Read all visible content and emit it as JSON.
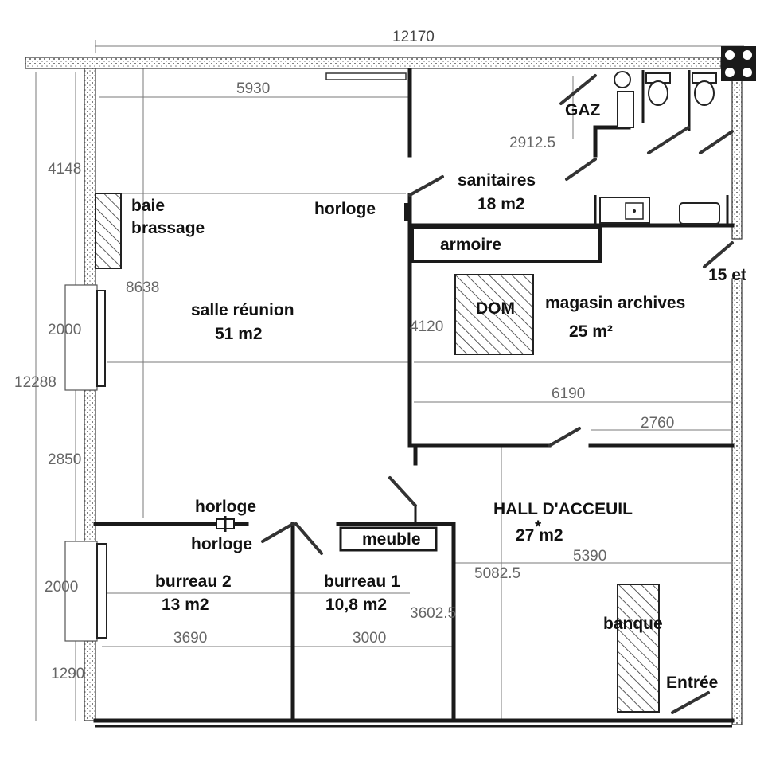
{
  "rooms": {
    "salle_reunion": {
      "name": "salle réunion",
      "area": "51 m2"
    },
    "sanitaires": {
      "name": "sanitaires",
      "area": "18 m2"
    },
    "magasin": {
      "name": "magasin archives",
      "area": "25 m²"
    },
    "hall": {
      "name": "HALL D'ACCEUIL",
      "area": "27 m2",
      "mark": "*"
    },
    "bureau2": {
      "name": "burreau 2",
      "area": "13 m2"
    },
    "bureau1": {
      "name": "burreau 1",
      "area": "10,8 m2"
    }
  },
  "fixtures": {
    "gaz": "GAZ",
    "horloge_top": "horloge",
    "horloge_left1": "horloge",
    "horloge_left2": "horloge",
    "baie_line1": "baie",
    "baie_line2": "brassage",
    "armoire": "armoire",
    "dom": "DOM",
    "meuble": "meuble",
    "banque": "banque",
    "entree": "Entrée",
    "note_15": "15 et"
  },
  "dimensions": {
    "overall_width": "12170",
    "top_left_width": "5930",
    "sanitaires_h": "2912.5",
    "left_top": "4148",
    "left_mid": "8638",
    "left_total": "12288",
    "window_1": "2000",
    "window_2": "2000",
    "left_2850": "2850",
    "left_1290": "1290",
    "magasin_h": "4120",
    "magasin_w": "6190",
    "hall_door": "2760",
    "hall_w": "5390",
    "hall_h": "5082.5",
    "bureau_h": "3602.5",
    "bureau2_w": "3690",
    "bureau1_w": "3000"
  }
}
